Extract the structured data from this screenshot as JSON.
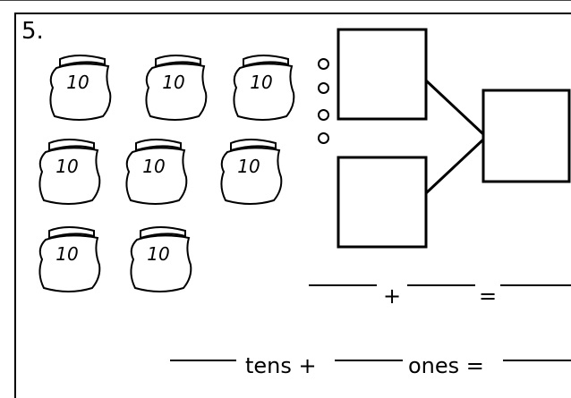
{
  "problem": {
    "number": "5."
  },
  "ten_bags": [
    {
      "label": "10"
    },
    {
      "label": "10"
    },
    {
      "label": "10"
    },
    {
      "label": "10"
    },
    {
      "label": "10"
    },
    {
      "label": "10"
    },
    {
      "label": "10"
    },
    {
      "label": "10"
    }
  ],
  "ones_count": 4,
  "equation_1": {
    "plus": "+",
    "equals": "="
  },
  "equation_2": {
    "tens_text": "tens +",
    "ones_text": "ones ="
  }
}
